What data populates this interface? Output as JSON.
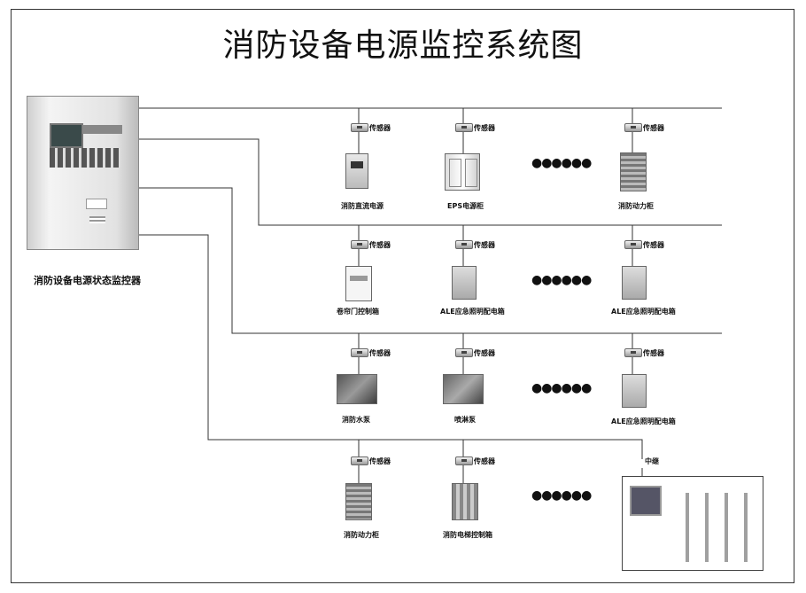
{
  "title": "消防设备电源监控系统图",
  "controller_label": "消防设备电源状态监控器",
  "sensor_label": "传感器",
  "ellipsis": "●●●●●●",
  "relay_label": "中继",
  "rows": [
    {
      "devices": [
        {
          "label": "消防直流电源",
          "kind": "box"
        },
        {
          "label": "EPS电源柜",
          "kind": "cabinet"
        },
        {
          "label": "消防动力柜",
          "kind": "panel"
        }
      ]
    },
    {
      "devices": [
        {
          "label": "卷帘门控制箱",
          "kind": "white"
        },
        {
          "label": "ALE应急照明配电箱",
          "kind": "switch"
        },
        {
          "label": "ALE应急照明配电箱",
          "kind": "switch"
        }
      ]
    },
    {
      "devices": [
        {
          "label": "消防水泵",
          "kind": "photo"
        },
        {
          "label": "喷淋泵",
          "kind": "photo"
        },
        {
          "label": "ALE应急照明配电箱",
          "kind": "switch"
        }
      ]
    },
    {
      "devices": [
        {
          "label": "消防动力柜",
          "kind": "panel"
        },
        {
          "label": "消防电梯控制箱",
          "kind": "panel2"
        }
      ]
    }
  ],
  "colors": {
    "line": "#333333",
    "frame": "#333333"
  }
}
